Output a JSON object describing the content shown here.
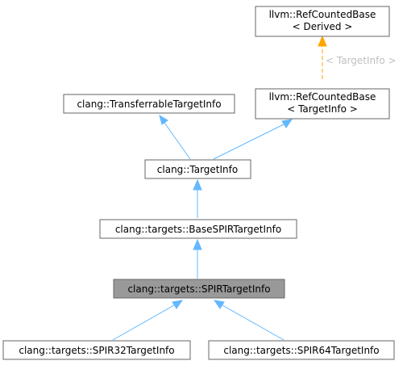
{
  "nodes": {
    "refcounted_derived": {
      "line1": "llvm::RefCountedBase",
      "line2": "< Derived >"
    },
    "refcounted_targetinfo": {
      "line1": "llvm::RefCountedBase",
      "line2": "< TargetInfo >"
    },
    "transferable": {
      "label": "clang::TransferrableTargetInfo"
    },
    "targetinfo": {
      "label": "clang::TargetInfo"
    },
    "basespir": {
      "label": "clang::targets::BaseSPIRTargetInfo"
    },
    "spir": {
      "label": "clang::targets::SPIRTargetInfo"
    },
    "spir32": {
      "label": "clang::targets::SPIR32TargetInfo"
    },
    "spir64": {
      "label": "clang::targets::SPIR64TargetInfo"
    }
  },
  "template_edge": {
    "label": "< TargetInfo >"
  },
  "colors": {
    "inheritance_edge": "#63b8ff",
    "template_edge": "#ffa500",
    "template_label": "#bfbfbf",
    "current_node_fill": "#999999",
    "node_border": "#666666"
  }
}
